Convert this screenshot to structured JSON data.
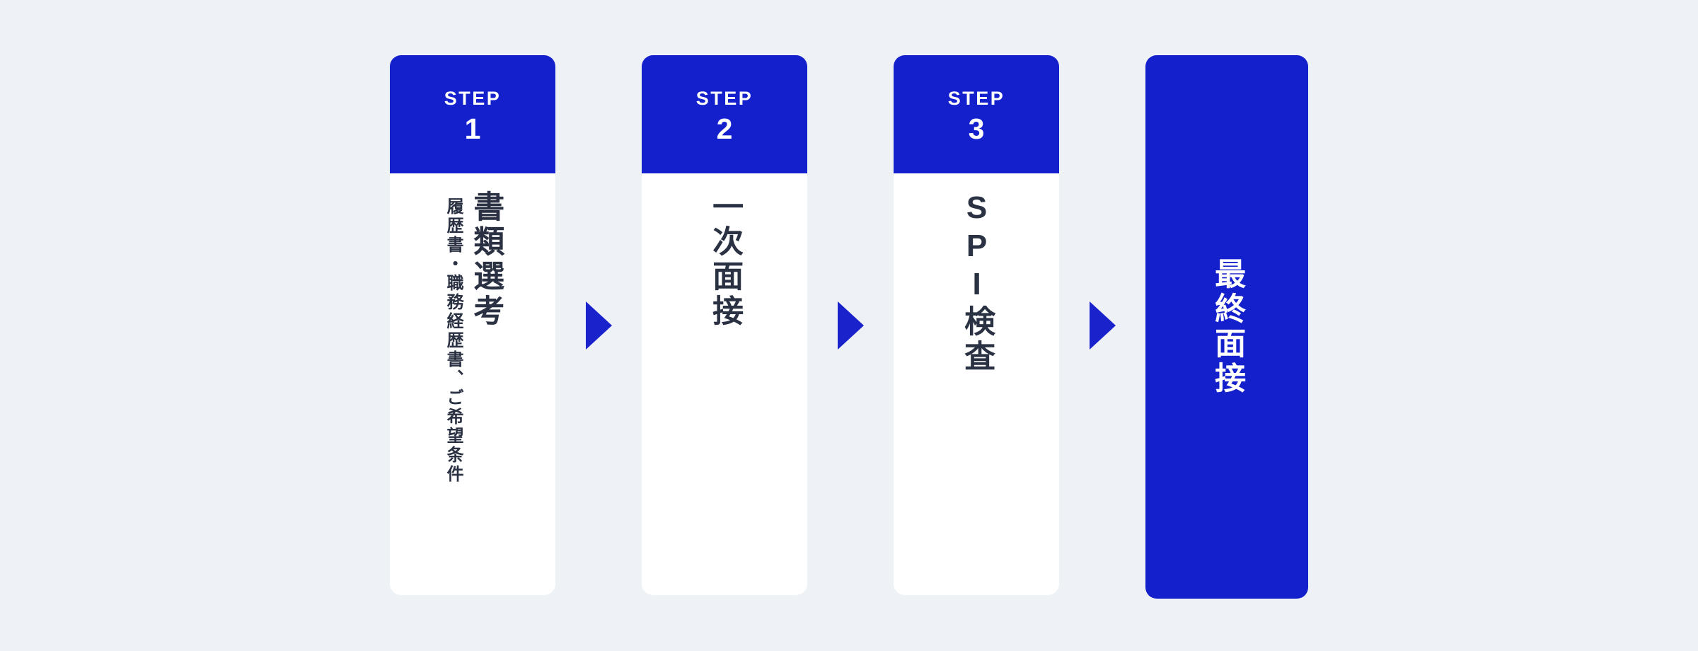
{
  "page": {
    "background_color": "#eef1f6",
    "accent_color": "#1420cc",
    "text_color": "#2a3142",
    "card_background": "#ffffff"
  },
  "flow": {
    "steps": [
      {
        "step_word": "STEP",
        "step_number": "1",
        "title": "書類選考",
        "subtitle": "履歴書・職務経歴書、ご希望条件"
      },
      {
        "step_word": "STEP",
        "step_number": "2",
        "title": "一次面接",
        "subtitle": ""
      },
      {
        "step_word": "STEP",
        "step_number": "3",
        "title": "SPI検査",
        "subtitle": ""
      }
    ],
    "final": {
      "title": "最終面接"
    },
    "arrow_icon": "triangle-right-icon",
    "arrow_color": "#1a22cc"
  }
}
